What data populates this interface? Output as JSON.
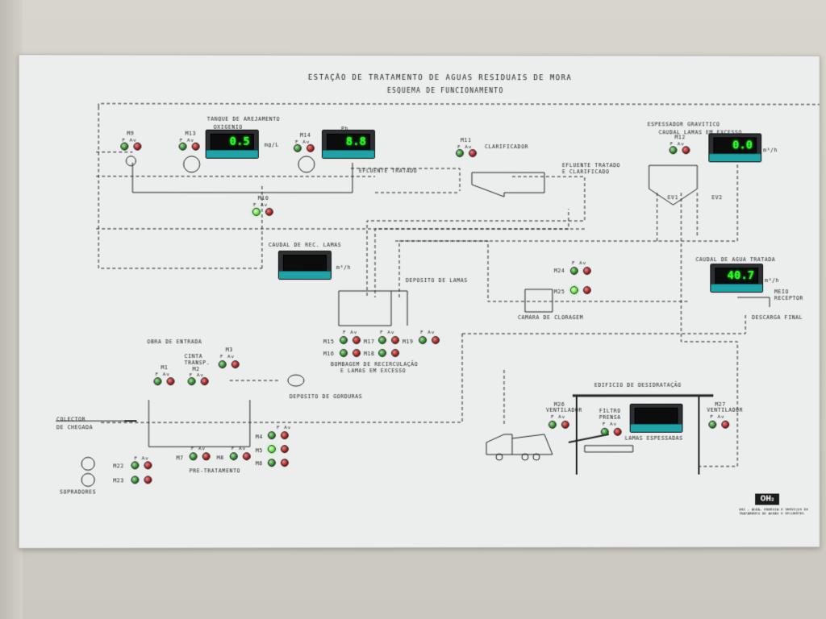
{
  "title": "ESTAÇÃO DE TRATAMENTO DE AGUAS RESIDUAIS DE MORA",
  "subtitle": "ESQUEMA DE FUNCIONAMENTO",
  "fav": "F  Av",
  "labels": {
    "tanque": "TANQUE DE AREJAMENTO",
    "oxigenio": "OXIGENIO",
    "mgl": "mg/L",
    "ph": "Ph",
    "efluente": "EFLUENTE TRATADO",
    "clarificador": "CLARIFICADOR",
    "efluente_clar1": "EFLUENTE TRATADO",
    "efluente_clar2": "E CLARIFICADO",
    "espessador": "ESPESSADOR GRAVITICO",
    "caudal_lamas": "CAUDAL LAMAS EM EXCESSO",
    "m3h": "m³/h",
    "ev1": "EV1",
    "ev2": "EV2",
    "caudal_rec": "CAUDAL DE REC. LAMAS",
    "deposito_lamas": "DEPOSITO DE LAMAS",
    "caudal_agua": "CAUDAL DE AGUA TRATADA",
    "meio": "MEIO",
    "receptor": "RECEPTOR",
    "camara": "CAMARA DE CLORAGEM",
    "descarga": "DESCARGA FINAL",
    "obra": "OBRA DE ENTRADA",
    "cinta1": "CINTA",
    "cinta2": "TRANSP.",
    "bombagem1": "BOMBAGEM DE RECIRCULAÇÃO",
    "bombagem2": "E LAMAS EM EXCESSO",
    "deposito_gorduras": "DEPOSITO DE GORDURAS",
    "colector1": "COLECTOR",
    "colector2": "DE CHEGADA",
    "pre": "PRE-TRATAMENTO",
    "sopradores": "SOPRADORES",
    "edificio": "EDIFICIO DE DESIDRATAÇÃO",
    "ventilador": "VENTILADOR",
    "filtro1": "FILTRO",
    "filtro2": "PRENSA",
    "lamas_esp": "LAMAS ESPESSADAS",
    "logo": "OH₂",
    "company1": "OH2 - AGUA, ENERGIA E SERVIÇOS DE",
    "company2": "TRATAMENTO DE AGUAS E EFLUENTES"
  },
  "motors": {
    "m1": "M1",
    "m2": "M2",
    "m3": "M3",
    "m4": "M4",
    "m5": "M5",
    "m6": "M6",
    "m7": "M7",
    "m8": "M8",
    "m9": "M9",
    "m10": "M10",
    "m11": "M11",
    "m12": "M12",
    "m13": "M13",
    "m14": "M14",
    "m15": "M15",
    "m16": "M16",
    "m17": "M17",
    "m18": "M18",
    "m19": "M19",
    "m22": "M22",
    "m23": "M23",
    "m24": "M24",
    "m25": "M25",
    "m26": "M26",
    "m27": "M27"
  },
  "meters": {
    "oxigenio": "0.5",
    "ph": "8.8",
    "lamas_excesso": "0.0",
    "rec_lamas": "",
    "agua_tratada": "40.7",
    "filtro": ""
  },
  "colors": {
    "display_text": "#35ff2e",
    "meter_band": "#1fa3a6",
    "lamp_green": "#2f7d2a",
    "lamp_red": "#9c1c1c"
  }
}
